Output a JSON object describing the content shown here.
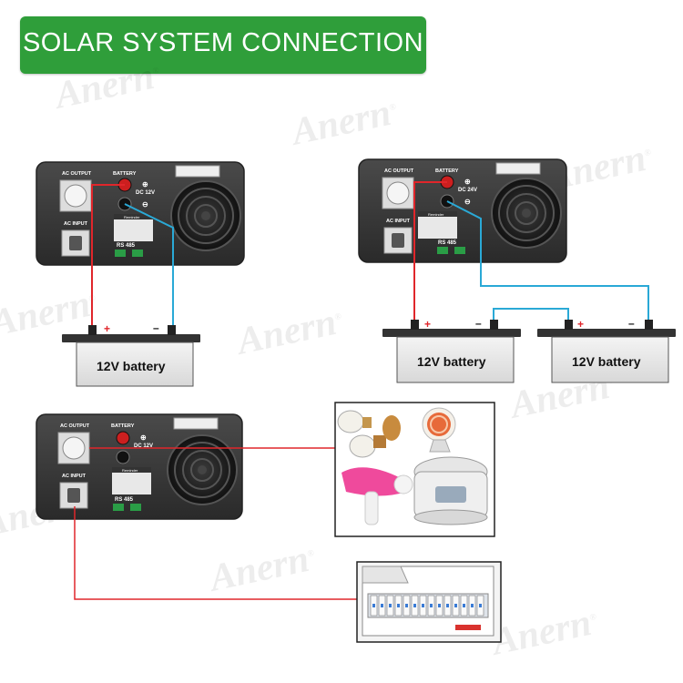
{
  "title": "SOLAR SYSTEM CONNECTION",
  "watermark": "Anern",
  "inverters": [
    {
      "ac_output": "AC OUTPUT",
      "battery": "BATTERY",
      "ac_input": "AC INPUT",
      "dc": "DC 12V",
      "rs": "RS 485",
      "warning": "Reminder"
    },
    {
      "ac_output": "AC OUTPUT",
      "battery": "BATTERY",
      "ac_input": "AC INPUT",
      "dc": "DC 24V",
      "rs": "RS 485",
      "warning": "Reminder"
    },
    {
      "ac_output": "AC OUTPUT",
      "battery": "BATTERY",
      "ac_input": "AC INPUT",
      "dc": "DC 12V",
      "rs": "RS 485",
      "warning": "Reminder"
    }
  ],
  "batteries": [
    {
      "label": "12V  battery"
    },
    {
      "label": "12V  battery"
    },
    {
      "label": "12V  battery"
    }
  ],
  "colors": {
    "title_bg": "#2f9e3a",
    "positive_wire": "#e0262b",
    "negative_wire": "#2aa9d6",
    "inverter_body": "#333333"
  }
}
